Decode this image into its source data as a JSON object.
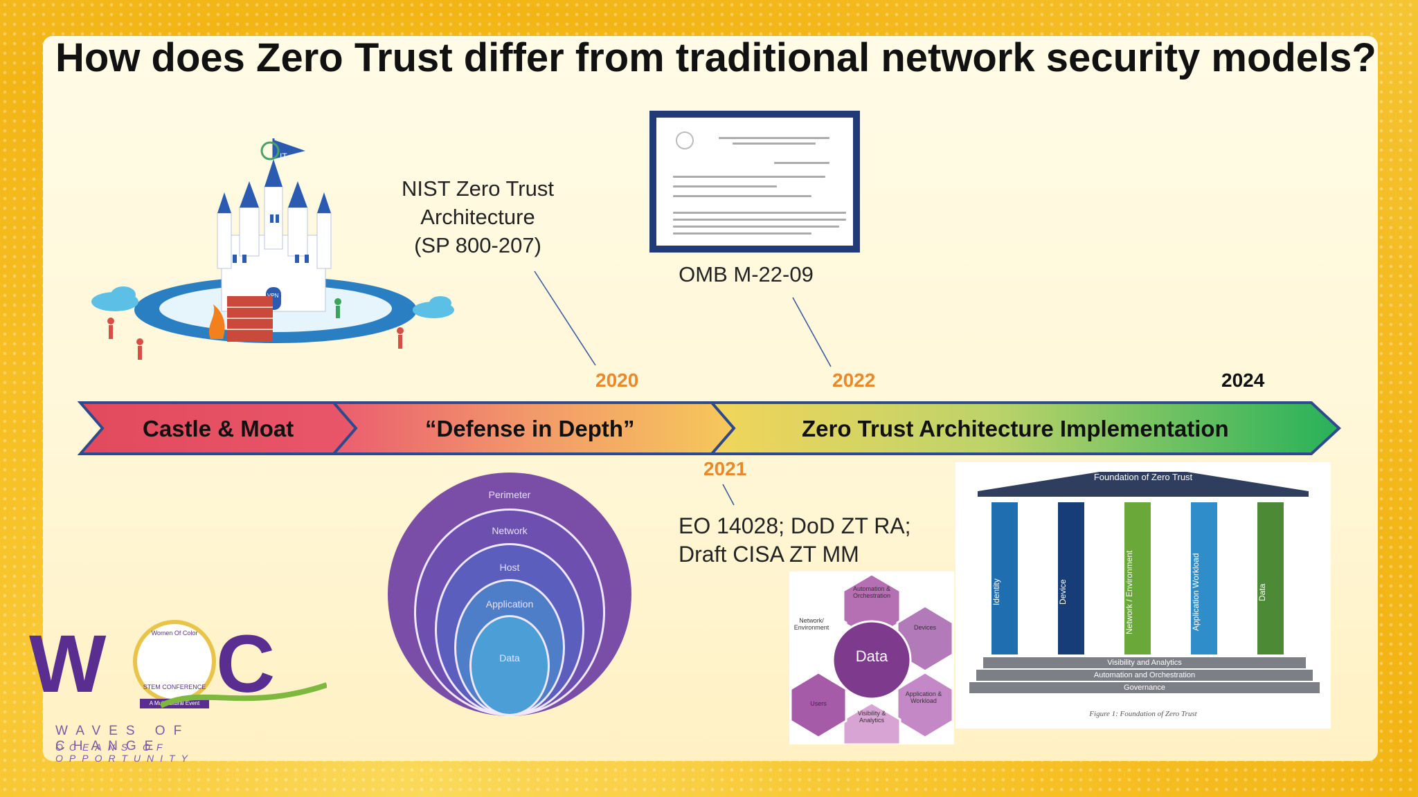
{
  "title": "How does Zero Trust differ from traditional network security models?",
  "labels": {
    "nist": [
      "NIST Zero Trust",
      "Architecture",
      "(SP 800-207)"
    ],
    "omb": "OMB M-22-09",
    "eo": [
      "EO 14028; DoD ZT RA;",
      "Draft CISA ZT MM"
    ]
  },
  "years": {
    "y2020": "2020",
    "y2021": "2021",
    "y2022": "2022",
    "y2024": "2024"
  },
  "timeline": {
    "phase1": "Castle & Moat",
    "phase2": "“Defense in Depth”",
    "phase3": "Zero Trust Architecture Implementation"
  },
  "castle": {
    "flag": "IT",
    "gate": "VPN"
  },
  "defense_layers": [
    "Perimeter",
    "Network",
    "Host",
    "Application",
    "Data"
  ],
  "data_hex": {
    "center": "Data",
    "segments": [
      "Automation & Orchestration",
      "Devices",
      "Application & Workload",
      "Visibility & Analytics",
      "Users",
      "Network/ Environment"
    ]
  },
  "pillars": {
    "title": "Foundation of Zero Trust",
    "columns": [
      "Identity",
      "Device",
      "Network / Environment",
      "Application Workload",
      "Data"
    ],
    "steps": [
      "Visibility and Analytics",
      "Automation and Orchestration",
      "Governance"
    ],
    "caption": "Figure 1: Foundation of Zero Trust"
  },
  "logo": {
    "letters_left": "W",
    "letters_right": "C",
    "ring_top": "Women Of Color",
    "ring_bottom": "STEM CONFERENCE",
    "banner": "A Multicultural Event",
    "tagline1": "WAVES OF CHANGE",
    "tagline2": "OCEANS OF OPPORTUNITY"
  },
  "colors": {
    "year": "#e8892c",
    "arrow_outline": "#2f4a8c",
    "purple": "#5a2d91",
    "green": "#7fb83f"
  }
}
